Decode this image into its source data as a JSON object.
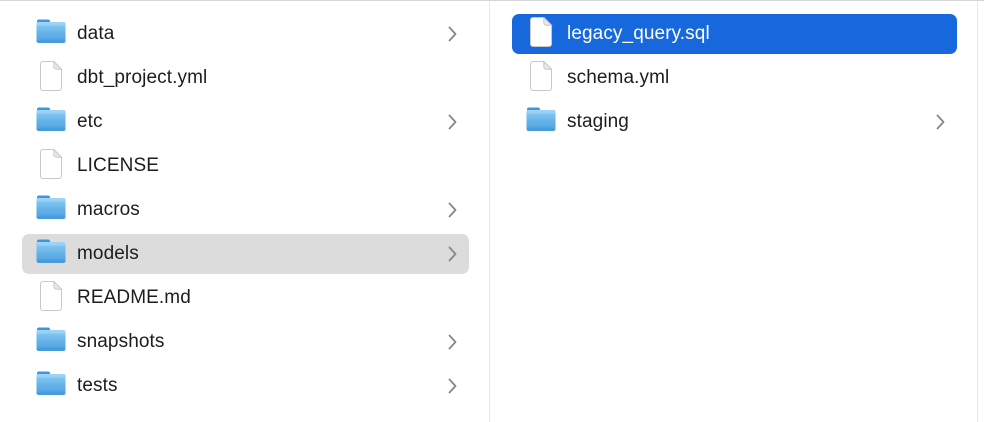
{
  "window": {
    "view_name": "finder-column-view"
  },
  "colors": {
    "selection_active": "#1668dc",
    "selection_inactive": "#dcdcdc",
    "text": "#1d1d1f",
    "text_selected": "#ffffff",
    "divider": "#e7e7e7",
    "top_border": "#d6d6d6",
    "chevron": "#86868b",
    "folder_body_top": "#8ecdf4",
    "folder_body_bottom": "#4d9fe0",
    "folder_tab": "#3f97d9",
    "document_outline": "#c9c9cd",
    "document_fold": "#e8e8ea"
  },
  "columns": [
    {
      "name": "parent-folder-column",
      "items": [
        {
          "label": "data",
          "kind": "folder",
          "has_chevron": true,
          "selected": "none"
        },
        {
          "label": "dbt_project.yml",
          "kind": "file",
          "has_chevron": false,
          "selected": "none"
        },
        {
          "label": "etc",
          "kind": "folder",
          "has_chevron": true,
          "selected": "none"
        },
        {
          "label": "LICENSE",
          "kind": "file",
          "has_chevron": false,
          "selected": "none"
        },
        {
          "label": "macros",
          "kind": "folder",
          "has_chevron": true,
          "selected": "none"
        },
        {
          "label": "models",
          "kind": "folder",
          "has_chevron": true,
          "selected": "inactive"
        },
        {
          "label": "README.md",
          "kind": "file",
          "has_chevron": false,
          "selected": "none"
        },
        {
          "label": "snapshots",
          "kind": "folder",
          "has_chevron": true,
          "selected": "none"
        },
        {
          "label": "tests",
          "kind": "folder",
          "has_chevron": true,
          "selected": "none"
        }
      ]
    },
    {
      "name": "models-folder-column",
      "items": [
        {
          "label": "legacy_query.sql",
          "kind": "file",
          "has_chevron": false,
          "selected": "active"
        },
        {
          "label": "schema.yml",
          "kind": "file",
          "has_chevron": false,
          "selected": "none"
        },
        {
          "label": "staging",
          "kind": "folder",
          "has_chevron": true,
          "selected": "none"
        }
      ]
    }
  ]
}
